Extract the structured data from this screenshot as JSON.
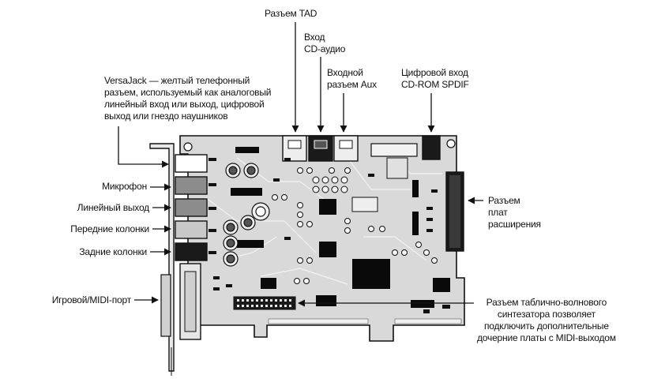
{
  "colors": {
    "board": "#d9d9d9",
    "trace": "#f5f5f5",
    "chip": "#0a0a0a",
    "outline": "#111111",
    "text": "#111111",
    "jack_white": "#ffffff",
    "jack_gray": "#8c8c8c",
    "jack_light": "#c8c8c8",
    "jack_black": "#1a1a1a"
  },
  "labels": {
    "tad": "Разъем TAD",
    "cd_audio": "Вход\nCD-аудио",
    "aux": "Входной\nразъем Aux",
    "spdif": "Цифровой вход\nCD-ROM SPDIF",
    "versajack": "VersaJack — желтый телефонный\nразъем, используемый как аналоговый\nлинейный вход или выход, цифровой\nвыход или гнездо наушников",
    "microphone": "Микрофон",
    "line_out": "Линейный выход",
    "front_speakers": "Передние колонки",
    "rear_speakers": "Задние колонки",
    "game_midi": "Игровой/MIDI-порт",
    "expansion": "Разъем\nплат\nрасширения",
    "wavetable": "Разъем таблично-волнового\nсинтезатора позволяет\nподключить дополнительные\nдочерние платы с MIDI-выходом"
  },
  "icons": [
    "arrow-icon"
  ]
}
